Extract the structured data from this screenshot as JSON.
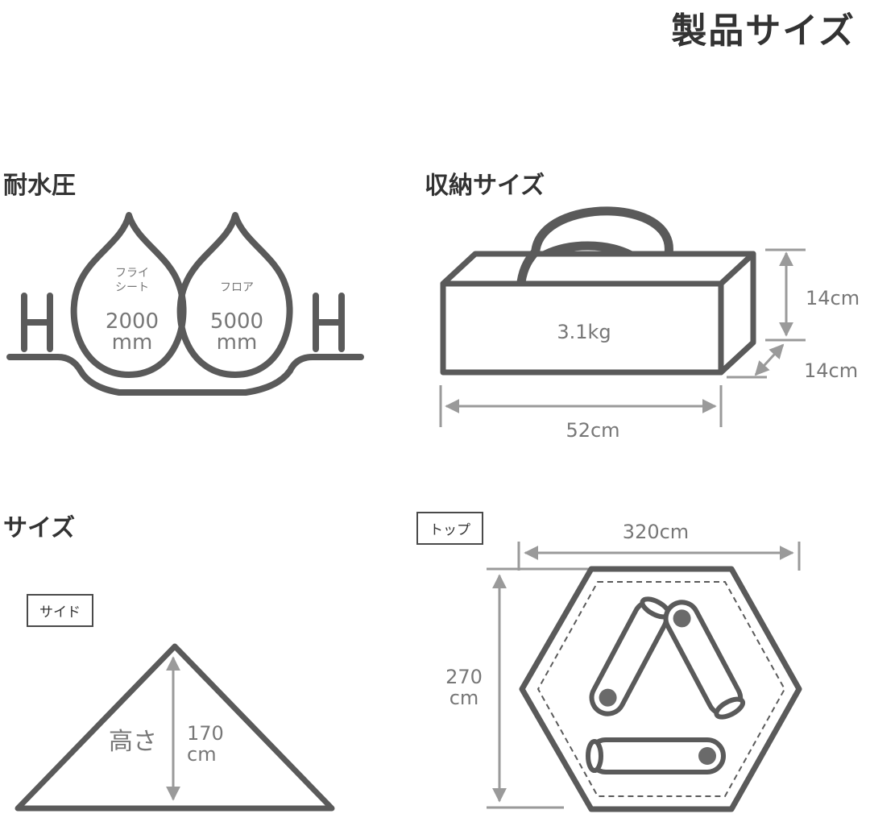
{
  "page_title": "製品サイズ",
  "water": {
    "heading": "耐水圧",
    "fly_label_1": "フライ",
    "fly_label_2": "シート",
    "fly_value": "2000",
    "fly_unit": "mm",
    "floor_label": "フロア",
    "floor_value": "5000",
    "floor_unit": "mm"
  },
  "storage": {
    "heading": "収納サイズ",
    "weight": "3.1kg",
    "height": "14cm",
    "depth": "14cm",
    "width": "52cm"
  },
  "size": {
    "heading": "サイズ",
    "side_label": "サイド",
    "height_word": "高さ",
    "height_value": "170",
    "height_unit": "cm",
    "top_label": "トップ",
    "top_width": "320cm",
    "top_depth_value": "270",
    "top_depth_unit": "cm"
  },
  "colors": {
    "stroke": "#5a5a5a",
    "arrow": "#9a9a9a",
    "head": "#6a6a6a"
  }
}
